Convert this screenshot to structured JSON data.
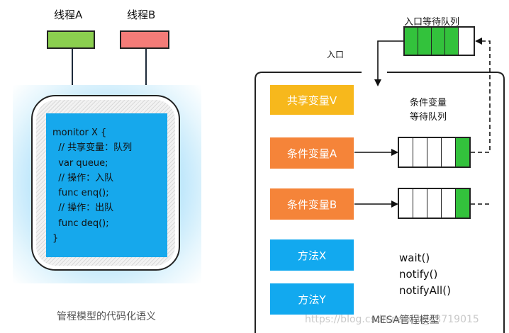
{
  "left": {
    "thread_a": "线程A",
    "thread_b": "线程B",
    "code_lines": [
      "monitor X {",
      "  // 共享变量：队列",
      "  var queue;",
      "  // 操作：入队",
      "  func enq();",
      "  // 操作：出队",
      "  func deq();",
      "}"
    ],
    "caption": "管程模型的代码化语义"
  },
  "right": {
    "entry_queue_label": "入口等待队列",
    "entry_label": "入口",
    "shared_var": "共享变量V",
    "cond_a": "条件变量A",
    "cond_b": "条件变量B",
    "cond_queue_label_1": "条件变量",
    "cond_queue_label_2": "等待队列",
    "method_x": "方法X",
    "method_y": "方法Y",
    "api": [
      "wait()",
      "notify()",
      "notifyAll()"
    ],
    "caption": "MESA管程模型"
  },
  "watermark": "https://blog.csdn.net/qq_43719015",
  "colors": {
    "green": "#8bcf4f",
    "red": "#f47c78",
    "cyan": "#16a8ec",
    "glow": "#bfe7fb",
    "gold": "#f7b81c",
    "orange": "#f58439",
    "blue": "#12a9ef",
    "queue_green": "#33c23c"
  }
}
